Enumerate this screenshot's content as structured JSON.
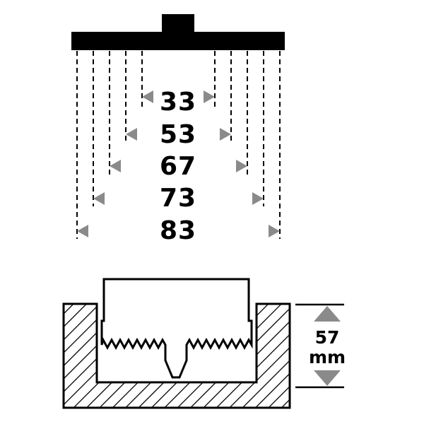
{
  "colors": {
    "ink": "#000000",
    "arrow": "#8a8a8a",
    "background": "#ffffff"
  },
  "diameters": {
    "items": [
      {
        "value": "33"
      },
      {
        "value": "53"
      },
      {
        "value": "67"
      },
      {
        "value": "73"
      },
      {
        "value": "83"
      }
    ]
  },
  "depth": {
    "value": "57",
    "unit": "mm"
  }
}
